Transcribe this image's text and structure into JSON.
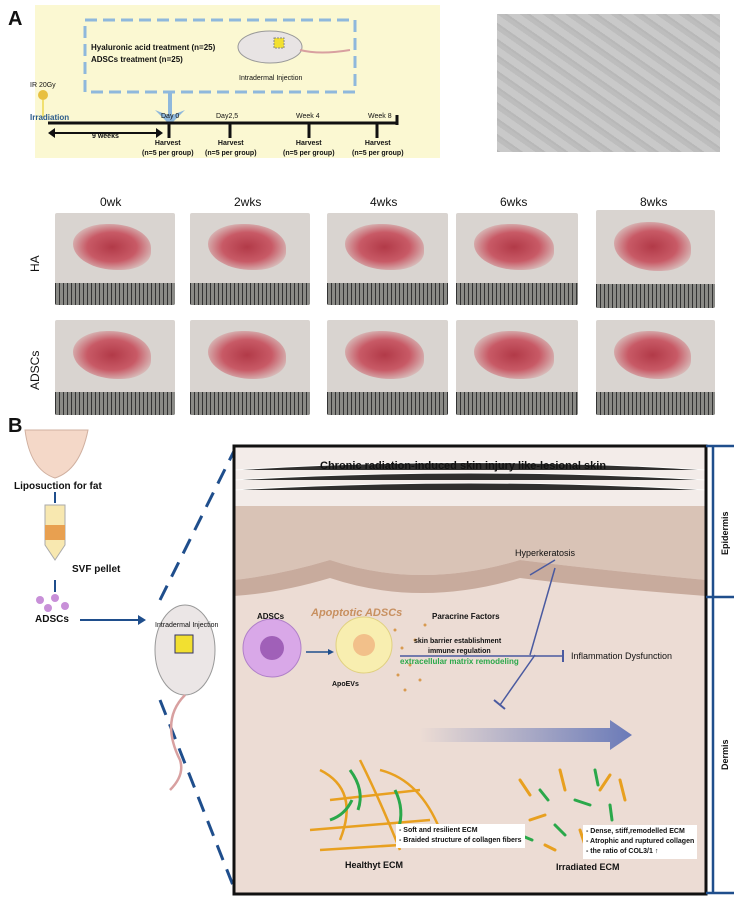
{
  "panel_a": {
    "label": "A",
    "timeline": {
      "treatments": [
        "Hyaluronic acid treatment (n=25)",
        "ADSCs treatment (n=25)"
      ],
      "injection_label": "Intradermal Injection",
      "ir_label": "IR 20Gy",
      "irradiation_label": "Irradiation",
      "interval_label": "9 weeks",
      "points": [
        "Day 0",
        "Day2,5",
        "Week 4",
        "Week 8"
      ],
      "harvest_label": "Harvest",
      "harvest_n": "(n=5 per group)"
    },
    "timepoints": [
      "0wk",
      "2wks",
      "4wks",
      "6wks",
      "8wks"
    ],
    "rows": [
      "HA",
      "ADSCs"
    ]
  },
  "panel_b": {
    "label": "B",
    "steps": [
      "Liposuction for fat",
      "SVF pellet",
      "ADSCs"
    ],
    "injection_label": "Intradermal Injection",
    "title": "Chronic radiation-induced skin injury like-lesional skin",
    "layers": [
      "Epidermis",
      "Dermis"
    ],
    "hyperkeratosis": "Hyperkeratosis",
    "adscs": "ADSCs",
    "apoptotic": "Apoptotic ADSCs",
    "paracrine": "Paracrine Factors",
    "effects": [
      "skin barrier establishment",
      "immune regulation",
      "extracellular matrix remodeling"
    ],
    "inflammation": "Inflammation Dysfunction",
    "apoevs": "ApoEVs",
    "healthy": {
      "title": "Healthyt ECM",
      "notes": [
        "- Soft and resilient ECM",
        "- Braided structure  of collagen fibers"
      ]
    },
    "irradiated": {
      "title": "Irradiated ECM",
      "notes": [
        "- Dense, stiff,remodelled ECM",
        "- Atrophic and ruptured collagen",
        "- the ratio of COL3/1 ↑"
      ]
    }
  },
  "colors": {
    "timeline_bg": "#fbf8d2",
    "dash": "#8fb8dc",
    "bracket": "#1f4e8c",
    "green": "#2aa84a",
    "orange": "#e8a020",
    "dermis": "#ecdcd4"
  }
}
